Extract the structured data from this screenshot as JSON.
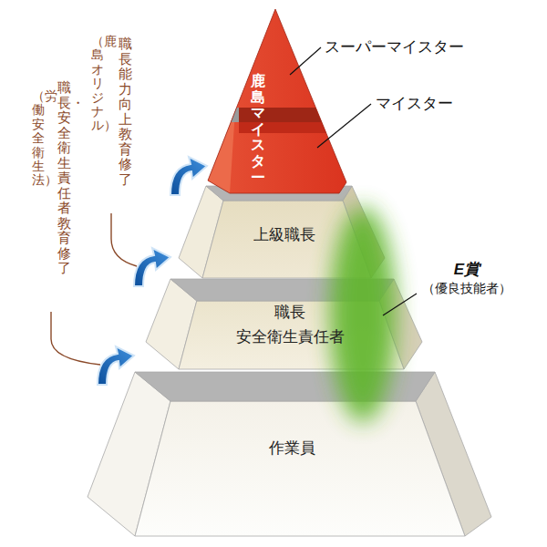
{
  "diagram": {
    "nodes": [
      {
        "text": [
          "鹿島マイスター"
        ]
      },
      {
        "text": [
          "上級職長"
        ]
      },
      {
        "text": [
          "職長",
          "安全衛生責任者"
        ]
      },
      {
        "text": [
          "作業員"
        ]
      },
      {
        "text": [
          "E賞",
          "（優良技能者）"
        ]
      }
    ],
    "labels": [
      "スーパーマイスター",
      "マイスター",
      "職長能力向上教育 修了",
      "（鹿島オリジナル）",
      "職長・安全衛生責任者教育 修了",
      "（労働安全衛生法）"
    ]
  }
}
